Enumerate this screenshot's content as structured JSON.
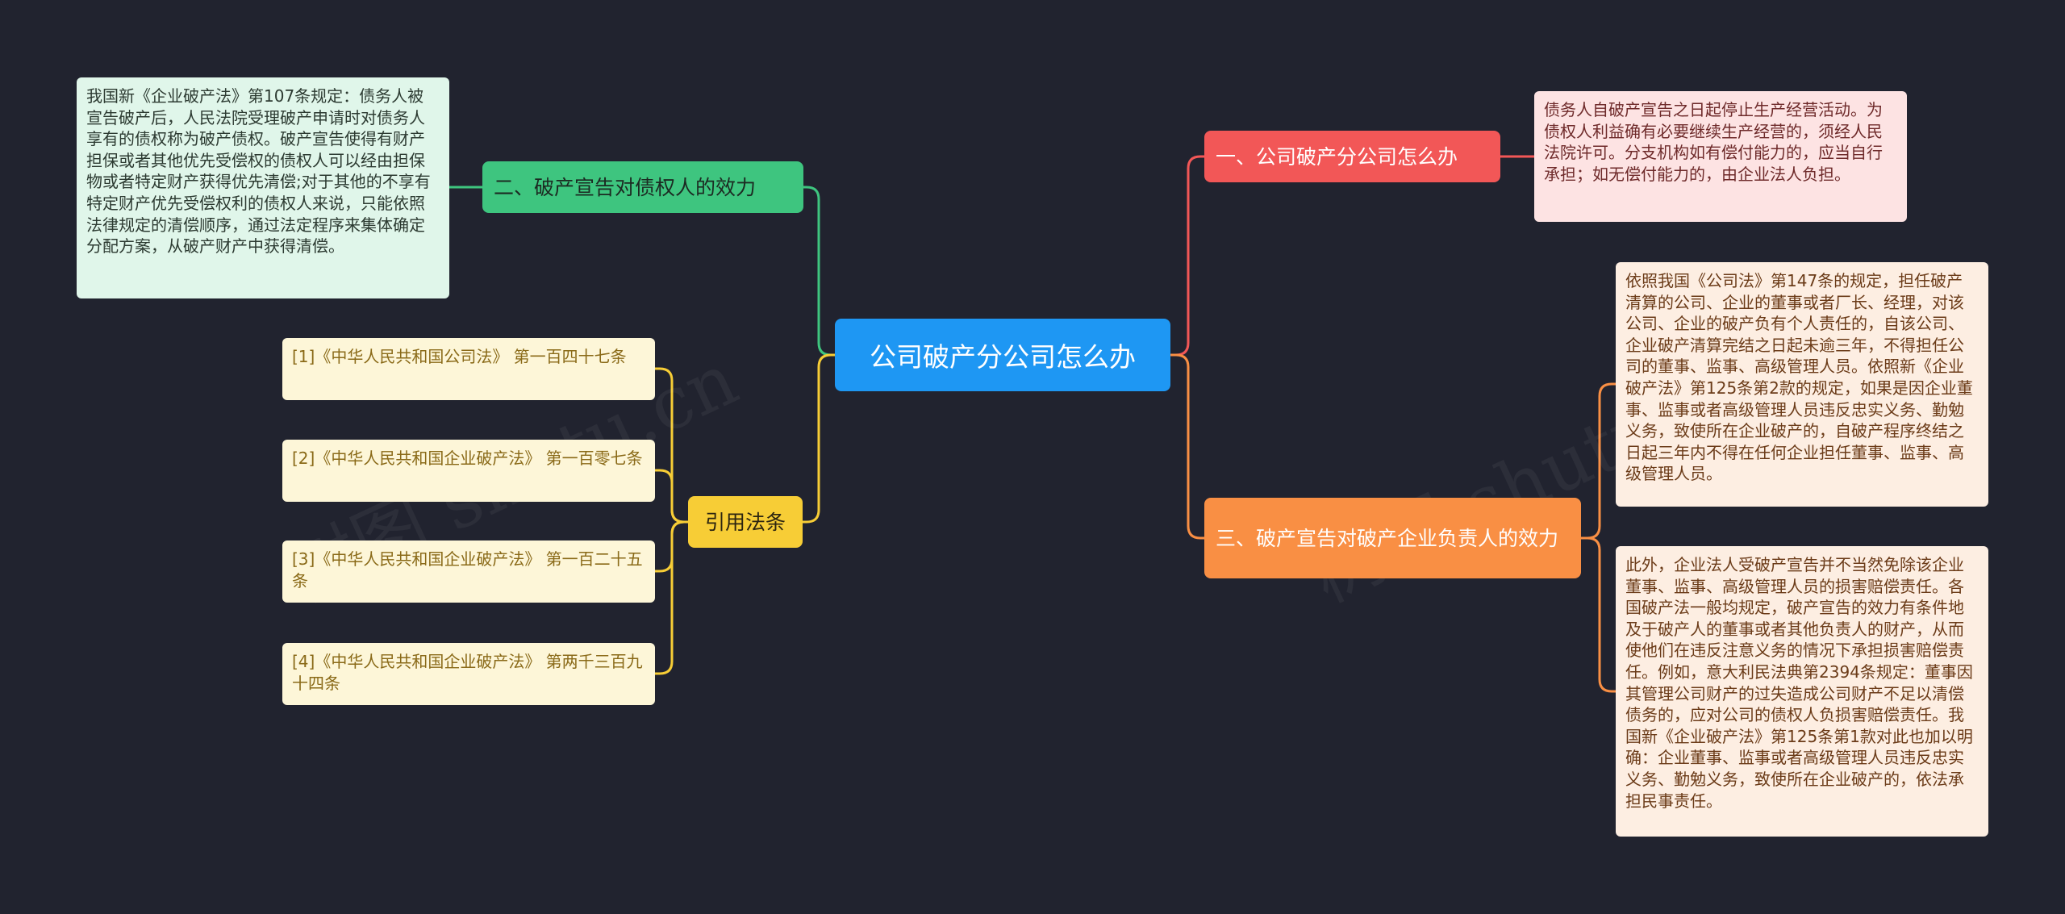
{
  "root": {
    "label": "公司破产分公司怎么办"
  },
  "branches": {
    "effect_creditors": {
      "label": "二、破产宣告对债权人的效力",
      "detail": "我国新《企业破产法》第107条规定：债务人被宣告破产后，人民法院受理破产申请时对债务人享有的债权称为破产债权。破产宣告使得有财产担保或者其他优先受偿权的债权人可以经由担保物或者特定财产获得优先清偿;对于其他的不享有特定财产优先受偿权利的债权人来说，只能依照法律规定的清偿顺序，通过法定程序来集体确定分配方案，从破产财产中获得清偿。"
    },
    "citations": {
      "label": "引用法条",
      "items": [
        "[1]《中华人民共和国公司法》 第一百四十七条",
        "[2]《中华人民共和国企业破产法》 第一百零七条",
        "[3]《中华人民共和国企业破产法》 第一百二十五条",
        "[4]《中华人民共和国企业破产法》 第两千三百九十四条"
      ]
    },
    "branch_company": {
      "label": "一、公司破产分公司怎么办",
      "detail": "债务人自破产宣告之日起停止生产经营活动。为债权人利益确有必要继续生产经营的，须经人民法院许可。分支机构如有偿付能力的，应当自行承担；如无偿付能力的，由企业法人负担。"
    },
    "effect_officers": {
      "label": "三、破产宣告对破产企业负责人的效力",
      "details": [
        "依照我国《公司法》第147条的规定，担任破产清算的公司、企业的董事或者厂长、经理，对该公司、企业的破产负有个人责任的，自该公司、企业破产清算完结之日起未逾三年，不得担任公司的董事、监事、高级管理人员。依照新《企业破产法》第125条第2款的规定，如果是因企业董事、监事或者高级管理人员违反忠实义务、勤勉义务，致使所在企业破产的，自破产程序终结之日起三年内不得在任何企业担任董事、监事、高级管理人员。",
        "此外，企业法人受破产宣告并不当然免除该企业董事、监事、高级管理人员的损害赔偿责任。各国破产法一般均规定，破产宣告的效力有条件地及于破产人的董事或者其他负责人的财产，从而使他们在违反注意义务的情况下承担损害赔偿责任。例如，意大利民法典第2394条规定：董事因其管理公司财产的过失造成公司财产不足以清偿债务的，应对公司的债权人负损害赔偿责任。我国新《企业破产法》第125条第1款对此也加以明确：企业董事、监事或者高级管理人员违反忠实义务、勤勉义务，致使所在企业破产的，依法承担民事责任。"
      ]
    }
  },
  "watermarks": [
    "树图 shutu.cn",
    "树图 shutu.cn"
  ],
  "colors": {
    "background": "#21232f",
    "root": "#1e97f3",
    "green": "#3ec57f",
    "yellow": "#f7cd36",
    "red": "#f25757",
    "orange": "#f98f44"
  }
}
